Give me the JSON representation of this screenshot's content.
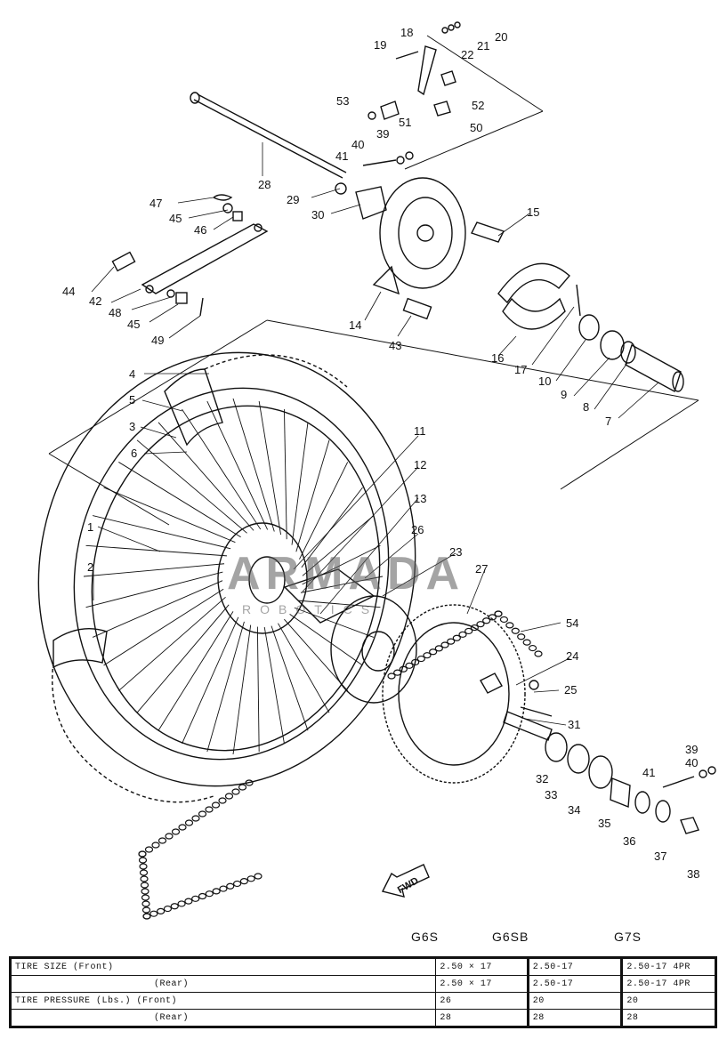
{
  "callouts": [
    {
      "id": "c1",
      "text": "1"
    },
    {
      "id": "c2",
      "text": "2"
    },
    {
      "id": "c3",
      "text": "3"
    },
    {
      "id": "c4",
      "text": "4"
    },
    {
      "id": "c5",
      "text": "5"
    },
    {
      "id": "c6",
      "text": "6"
    },
    {
      "id": "c7",
      "text": "7"
    },
    {
      "id": "c8",
      "text": "8"
    },
    {
      "id": "c9",
      "text": "9"
    },
    {
      "id": "c10",
      "text": "10"
    },
    {
      "id": "c11",
      "text": "11"
    },
    {
      "id": "c12",
      "text": "12"
    },
    {
      "id": "c13",
      "text": "13"
    },
    {
      "id": "c14",
      "text": "14"
    },
    {
      "id": "c15",
      "text": "15"
    },
    {
      "id": "c16",
      "text": "16"
    },
    {
      "id": "c17",
      "text": "17"
    },
    {
      "id": "c18",
      "text": "18"
    },
    {
      "id": "c19",
      "text": "19"
    },
    {
      "id": "c20",
      "text": "20"
    },
    {
      "id": "c21",
      "text": "21"
    },
    {
      "id": "c22",
      "text": "22"
    },
    {
      "id": "c23",
      "text": "23"
    },
    {
      "id": "c24",
      "text": "24"
    },
    {
      "id": "c25",
      "text": "25"
    },
    {
      "id": "c26",
      "text": "26"
    },
    {
      "id": "c27",
      "text": "27"
    },
    {
      "id": "c28",
      "text": "28"
    },
    {
      "id": "c29",
      "text": "29"
    },
    {
      "id": "c30",
      "text": "30"
    },
    {
      "id": "c31",
      "text": "31"
    },
    {
      "id": "c32",
      "text": "32"
    },
    {
      "id": "c33",
      "text": "33"
    },
    {
      "id": "c34",
      "text": "34"
    },
    {
      "id": "c35",
      "text": "35"
    },
    {
      "id": "c36",
      "text": "36"
    },
    {
      "id": "c37",
      "text": "37"
    },
    {
      "id": "c38",
      "text": "38"
    },
    {
      "id": "c39a",
      "text": "39"
    },
    {
      "id": "c39b",
      "text": "39"
    },
    {
      "id": "c40a",
      "text": "40"
    },
    {
      "id": "c40b",
      "text": "40"
    },
    {
      "id": "c41a",
      "text": "41"
    },
    {
      "id": "c41b",
      "text": "41"
    },
    {
      "id": "c42",
      "text": "42"
    },
    {
      "id": "c43",
      "text": "43"
    },
    {
      "id": "c44",
      "text": "44"
    },
    {
      "id": "c45a",
      "text": "45"
    },
    {
      "id": "c45b",
      "text": "45"
    },
    {
      "id": "c46",
      "text": "46"
    },
    {
      "id": "c47",
      "text": "47"
    },
    {
      "id": "c48",
      "text": "48"
    },
    {
      "id": "c49",
      "text": "49"
    },
    {
      "id": "c50",
      "text": "50"
    },
    {
      "id": "c51",
      "text": "51"
    },
    {
      "id": "c52",
      "text": "52"
    },
    {
      "id": "c53",
      "text": "53"
    },
    {
      "id": "c54",
      "text": "54"
    }
  ],
  "fwd_label": "FWD",
  "watermark": {
    "main": "ARMADA",
    "sub": "ROBOTICS"
  },
  "models": [
    "G6S",
    "G6SB",
    "G7S"
  ],
  "spec_rows": [
    {
      "label": "TIRE SIZE (Front)",
      "g6s": "2.50 × 17",
      "g6sb": "2.50-17",
      "g7s": "2.50-17  4PR"
    },
    {
      "label": "(Rear)",
      "g6s": "2.50 × 17",
      "g6sb": "2.50-17",
      "g7s": "2.50-17  4PR"
    },
    {
      "label": "TIRE PRESSURE (Lbs.) (Front)",
      "g6s": "26",
      "g6sb": "20",
      "g7s": "20"
    },
    {
      "label": "(Rear)",
      "g6s": "28",
      "g6sb": "28",
      "g7s": "28"
    }
  ]
}
